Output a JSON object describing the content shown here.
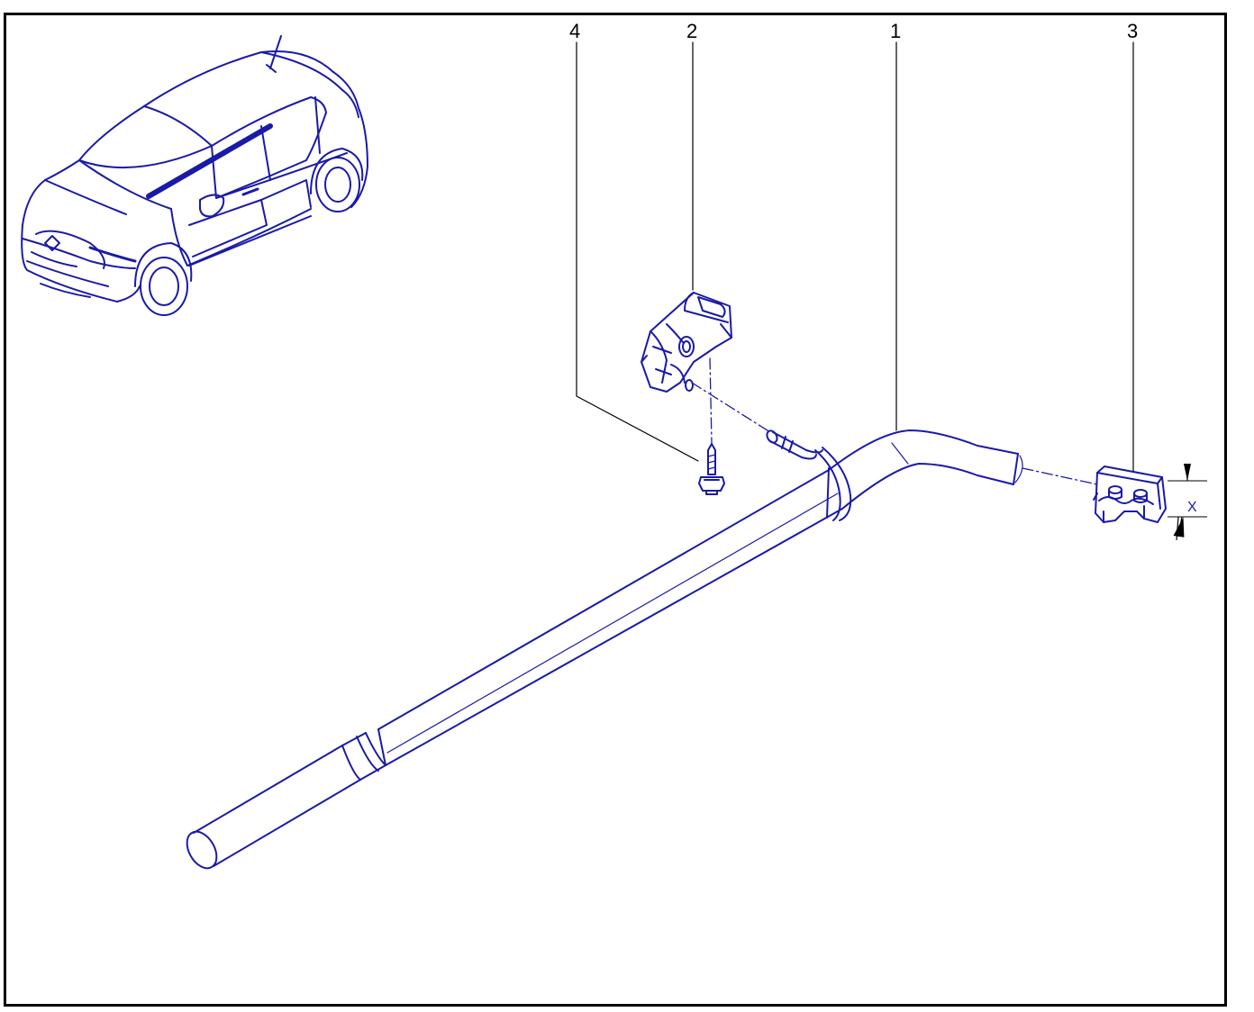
{
  "colors": {
    "line": "#1a1aa8",
    "leader": "#000000",
    "frame": "#000000"
  },
  "callouts": [
    {
      "id": "1",
      "label": "1"
    },
    {
      "id": "2",
      "label": "2"
    },
    {
      "id": "3",
      "label": "3"
    },
    {
      "id": "4",
      "label": "4"
    }
  ],
  "dimension": {
    "label": "X"
  }
}
